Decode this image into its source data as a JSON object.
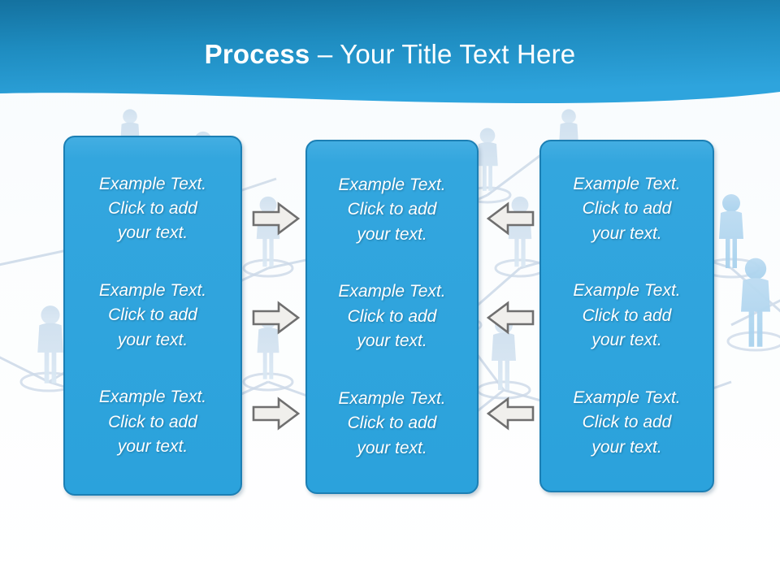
{
  "slide": {
    "title": {
      "bold_part": "Process",
      "rest_part": " – Your Title Text Here"
    },
    "colors": {
      "header_top": "#1a82b5",
      "header_bottom": "#2aa0d9",
      "box_fill": "#33a6de",
      "box_border": "#1c7fb4",
      "slide_background": "#fbfdfe",
      "arrow_fill": "#efefec",
      "arrow_border": "#6b6b6b",
      "text_color": "#ffffff"
    },
    "columns": [
      {
        "name": "column-1",
        "blocks": [
          "Example Text.\nClick  to add\nyour text.",
          "Example Text.\nClick  to add\nyour text.",
          "Example Text.\nClick  to add\nyour text."
        ]
      },
      {
        "name": "column-2",
        "blocks": [
          "Example Text.\nClick  to add\nyour text.",
          "Example Text.\nClick  to add\nyour text.",
          "Example Text.\nClick  to add\nyour text."
        ]
      },
      {
        "name": "column-3",
        "blocks": [
          "Example Text.\nClick  to add\nyour text.",
          "Example Text.\nClick  to add\nyour text.",
          "Example Text.\nClick  to add\nyour text."
        ]
      }
    ],
    "arrows": {
      "left_group_direction": "right",
      "right_group_direction": "left",
      "count_per_group": 3
    },
    "background": {
      "motif": "people-network-icons"
    }
  }
}
